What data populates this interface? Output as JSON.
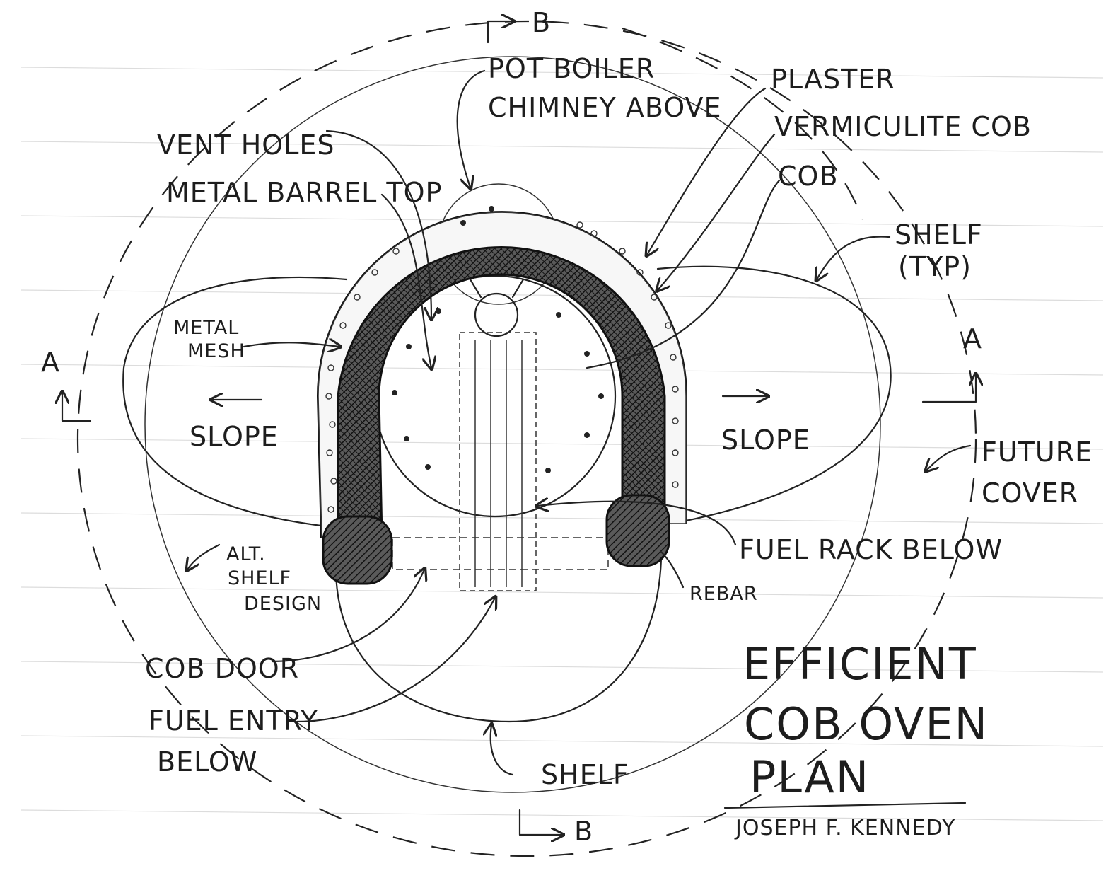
{
  "labels": {
    "pot_boiler_1": "POT BOILER",
    "pot_boiler_2": "CHIMNEY ABOVE",
    "plaster": "PLASTER",
    "vermiculite_cob": "VERMICULITE COB",
    "cob": "COB",
    "vent_holes": "VENT HOLES",
    "metal_barrel_top": "METAL BARREL TOP",
    "shelf_typ_1": "SHELF",
    "shelf_typ_2": "(TYP)",
    "metal_mesh_1": "METAL",
    "metal_mesh_2": "MESH",
    "slope_left": "SLOPE",
    "slope_right": "SLOPE",
    "section_a_left": "A",
    "section_a_right": "A",
    "section_b_top": "B",
    "section_b_bottom": "B",
    "future_cover_1": "FUTURE",
    "future_cover_2": "COVER",
    "fuel_rack_below": "FUEL RACK BELOW",
    "rebar": "REBAR",
    "alt_shelf_1": "ALT.",
    "alt_shelf_2": "SHELF",
    "alt_shelf_3": "DESIGN",
    "cob_door": "COB DOOR",
    "fuel_entry_1": "FUEL ENTRY",
    "fuel_entry_2": "BELOW",
    "shelf_bottom": "SHELF"
  },
  "title": {
    "line1": "EFFICIENT",
    "line2": "COB OVEN",
    "line3": "PLAN"
  },
  "signature": "JOSEPH F. KENNEDY",
  "colors": {
    "ink": "#1d1d1d",
    "paper": "#ffffff",
    "ruled_line": "#d8d8d8",
    "hatch_fill": "#3a3a3a"
  }
}
